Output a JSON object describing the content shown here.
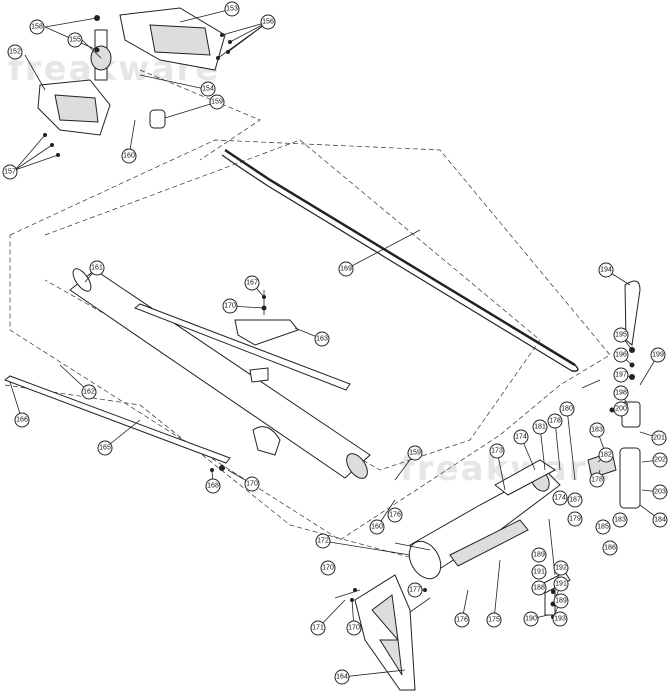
{
  "watermark": "freakware",
  "callouts": [
    "153",
    "158",
    "155",
    "156",
    "152",
    "154",
    "159",
    "157",
    "160",
    "169",
    "161",
    "167",
    "170",
    "163",
    "194",
    "195",
    "196",
    "197",
    "199",
    "198",
    "200",
    "201",
    "202",
    "203",
    "184",
    "183",
    "182",
    "178",
    "185",
    "186",
    "180",
    "179",
    "187",
    "181",
    "174",
    "173",
    "189",
    "191",
    "192",
    "188",
    "190",
    "193",
    "176",
    "172",
    "177",
    "175",
    "171",
    "164",
    "162",
    "165",
    "166",
    "168"
  ]
}
